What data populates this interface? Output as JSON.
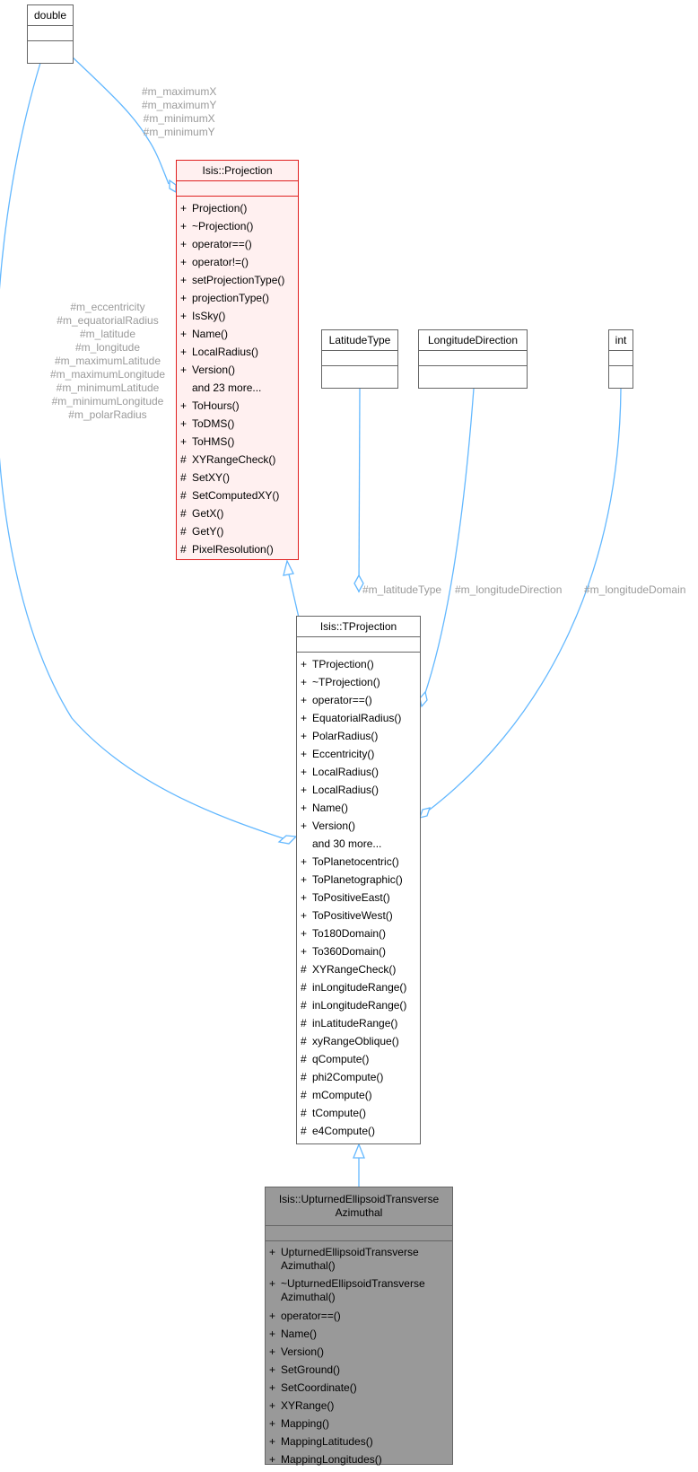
{
  "nodes": {
    "double": {
      "title": "double"
    },
    "latitude_type": {
      "title": "LatitudeType"
    },
    "longitude_direction": {
      "title": "LongitudeDirection"
    },
    "int": {
      "title": "int"
    },
    "projection": {
      "title": "Isis::Projection",
      "members": [
        {
          "vis": "+",
          "name": "Projection()"
        },
        {
          "vis": "+",
          "name": "~Projection()"
        },
        {
          "vis": "+",
          "name": "operator==()"
        },
        {
          "vis": "+",
          "name": "operator!=()"
        },
        {
          "vis": "+",
          "name": "setProjectionType()"
        },
        {
          "vis": "+",
          "name": "projectionType()"
        },
        {
          "vis": "+",
          "name": "IsSky()"
        },
        {
          "vis": "+",
          "name": "Name()"
        },
        {
          "vis": "+",
          "name": "LocalRadius()"
        },
        {
          "vis": "+",
          "name": "Version()"
        },
        {
          "vis": "",
          "name": "and 23 more..."
        },
        {
          "vis": "+",
          "name": "ToHours()"
        },
        {
          "vis": "+",
          "name": "ToDMS()"
        },
        {
          "vis": "+",
          "name": "ToHMS()"
        },
        {
          "vis": "#",
          "name": "XYRangeCheck()"
        },
        {
          "vis": "#",
          "name": "SetXY()"
        },
        {
          "vis": "#",
          "name": "SetComputedXY()"
        },
        {
          "vis": "#",
          "name": "GetX()"
        },
        {
          "vis": "#",
          "name": "GetY()"
        },
        {
          "vis": "#",
          "name": "PixelResolution()"
        }
      ]
    },
    "tprojection": {
      "title": "Isis::TProjection",
      "members": [
        {
          "vis": "+",
          "name": "TProjection()"
        },
        {
          "vis": "+",
          "name": "~TProjection()"
        },
        {
          "vis": "+",
          "name": "operator==()"
        },
        {
          "vis": "+",
          "name": "EquatorialRadius()"
        },
        {
          "vis": "+",
          "name": "PolarRadius()"
        },
        {
          "vis": "+",
          "name": "Eccentricity()"
        },
        {
          "vis": "+",
          "name": "LocalRadius()"
        },
        {
          "vis": "+",
          "name": "LocalRadius()"
        },
        {
          "vis": "+",
          "name": "Name()"
        },
        {
          "vis": "+",
          "name": "Version()"
        },
        {
          "vis": "",
          "name": "and 30 more..."
        },
        {
          "vis": "+",
          "name": "ToPlanetocentric()"
        },
        {
          "vis": "+",
          "name": "ToPlanetographic()"
        },
        {
          "vis": "+",
          "name": "ToPositiveEast()"
        },
        {
          "vis": "+",
          "name": "ToPositiveWest()"
        },
        {
          "vis": "+",
          "name": "To180Domain()"
        },
        {
          "vis": "+",
          "name": "To360Domain()"
        },
        {
          "vis": "#",
          "name": "XYRangeCheck()"
        },
        {
          "vis": "#",
          "name": "inLongitudeRange()"
        },
        {
          "vis": "#",
          "name": "inLongitudeRange()"
        },
        {
          "vis": "#",
          "name": "inLatitudeRange()"
        },
        {
          "vis": "#",
          "name": "xyRangeOblique()"
        },
        {
          "vis": "#",
          "name": "qCompute()"
        },
        {
          "vis": "#",
          "name": "phi2Compute()"
        },
        {
          "vis": "#",
          "name": "mCompute()"
        },
        {
          "vis": "#",
          "name": "tCompute()"
        },
        {
          "vis": "#",
          "name": "e4Compute()"
        }
      ]
    },
    "upturned": {
      "title": "Isis::UpturnedEllipsoidTransverse\nAzimuthal",
      "members": [
        {
          "vis": "+",
          "name": "UpturnedEllipsoidTransverse\nAzimuthal()"
        },
        {
          "vis": "+",
          "name": "~UpturnedEllipsoidTransverse\nAzimuthal()"
        },
        {
          "vis": "+",
          "name": "operator==()"
        },
        {
          "vis": "+",
          "name": "Name()"
        },
        {
          "vis": "+",
          "name": "Version()"
        },
        {
          "vis": "+",
          "name": "SetGround()"
        },
        {
          "vis": "+",
          "name": "SetCoordinate()"
        },
        {
          "vis": "+",
          "name": "XYRange()"
        },
        {
          "vis": "+",
          "name": "Mapping()"
        },
        {
          "vis": "+",
          "name": "MappingLatitudes()"
        },
        {
          "vis": "+",
          "name": "MappingLongitudes()"
        }
      ]
    }
  },
  "edge_labels": {
    "double_to_projection": "#m_maximumX\n#m_maximumY\n#m_minimumX\n#m_minimumY",
    "double_to_tprojection": "#m_eccentricity\n#m_equatorialRadius\n#m_latitude\n#m_longitude\n#m_maximumLatitude\n#m_maximumLongitude\n#m_minimumLatitude\n#m_minimumLongitude\n#m_polarRadius",
    "latitude_type": "#m_latitudeType",
    "longitude_direction": "#m_longitudeDirection",
    "longitude_domain": "#m_longitudeDomain"
  },
  "colors": {
    "edge": "#63b8ff",
    "box_border": "#666666",
    "highlight_border": "#e02020",
    "highlight_fill": "#fff0f0",
    "focus_fill": "#999999",
    "label": "#9a9a9a"
  }
}
